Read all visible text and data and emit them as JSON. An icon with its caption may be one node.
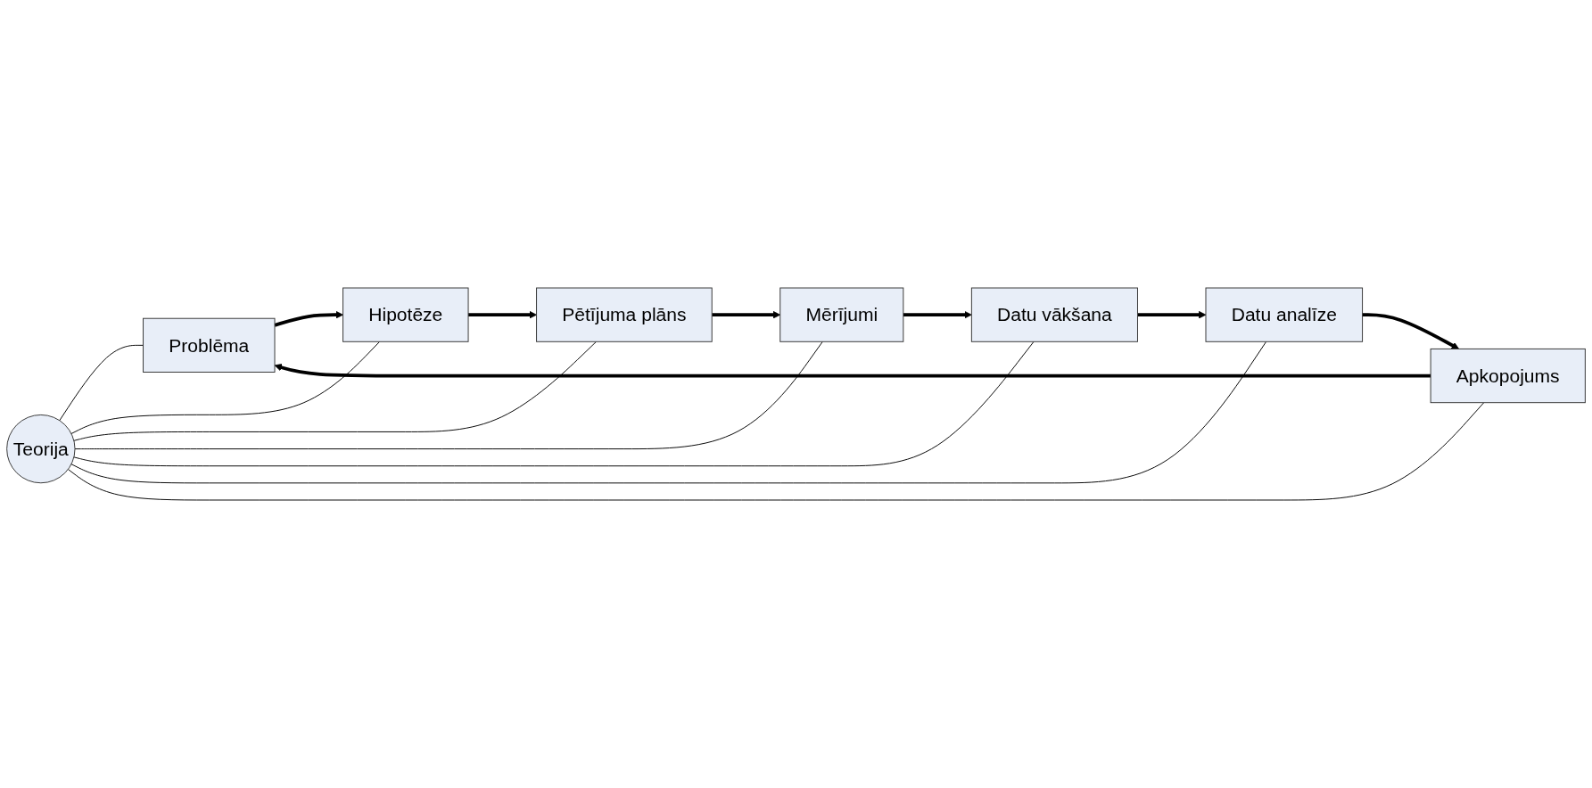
{
  "diagram": {
    "nodes": [
      {
        "text": [
          "Problēma"
        ]
      },
      {
        "text": [
          "Hipotēze"
        ]
      },
      {
        "text": [
          "Pētījuma plāns"
        ]
      },
      {
        "text": [
          "Mērījumi"
        ]
      },
      {
        "text": [
          "Datu vākšana"
        ]
      },
      {
        "text": [
          "Datu analīze"
        ]
      },
      {
        "text": [
          "Apkopojums"
        ]
      },
      {
        "text": [
          "Teorija"
        ]
      }
    ],
    "edges": [
      {
        "from": 0,
        "to": 1,
        "arrow": "to",
        "style": "thick"
      },
      {
        "from": 1,
        "to": 2,
        "arrow": "to",
        "style": "thick"
      },
      {
        "from": 2,
        "to": 3,
        "arrow": "to",
        "style": "thick"
      },
      {
        "from": 3,
        "to": 4,
        "arrow": "to",
        "style": "thick"
      },
      {
        "from": 4,
        "to": 5,
        "arrow": "to",
        "style": "thick"
      },
      {
        "from": 5,
        "to": 6,
        "arrow": "to",
        "style": "thick"
      },
      {
        "from": 6,
        "to": 0,
        "arrow": "to",
        "style": "thick"
      },
      {
        "from": 7,
        "to": 0,
        "arrow": "none"
      },
      {
        "from": 7,
        "to": 1,
        "arrow": "none"
      },
      {
        "from": 7,
        "to": 2,
        "arrow": "none"
      },
      {
        "from": 7,
        "to": 3,
        "arrow": "none"
      },
      {
        "from": 7,
        "to": 4,
        "arrow": "none"
      },
      {
        "from": 7,
        "to": 5,
        "arrow": "none"
      },
      {
        "from": 7,
        "to": 6,
        "arrow": "none"
      }
    ]
  }
}
